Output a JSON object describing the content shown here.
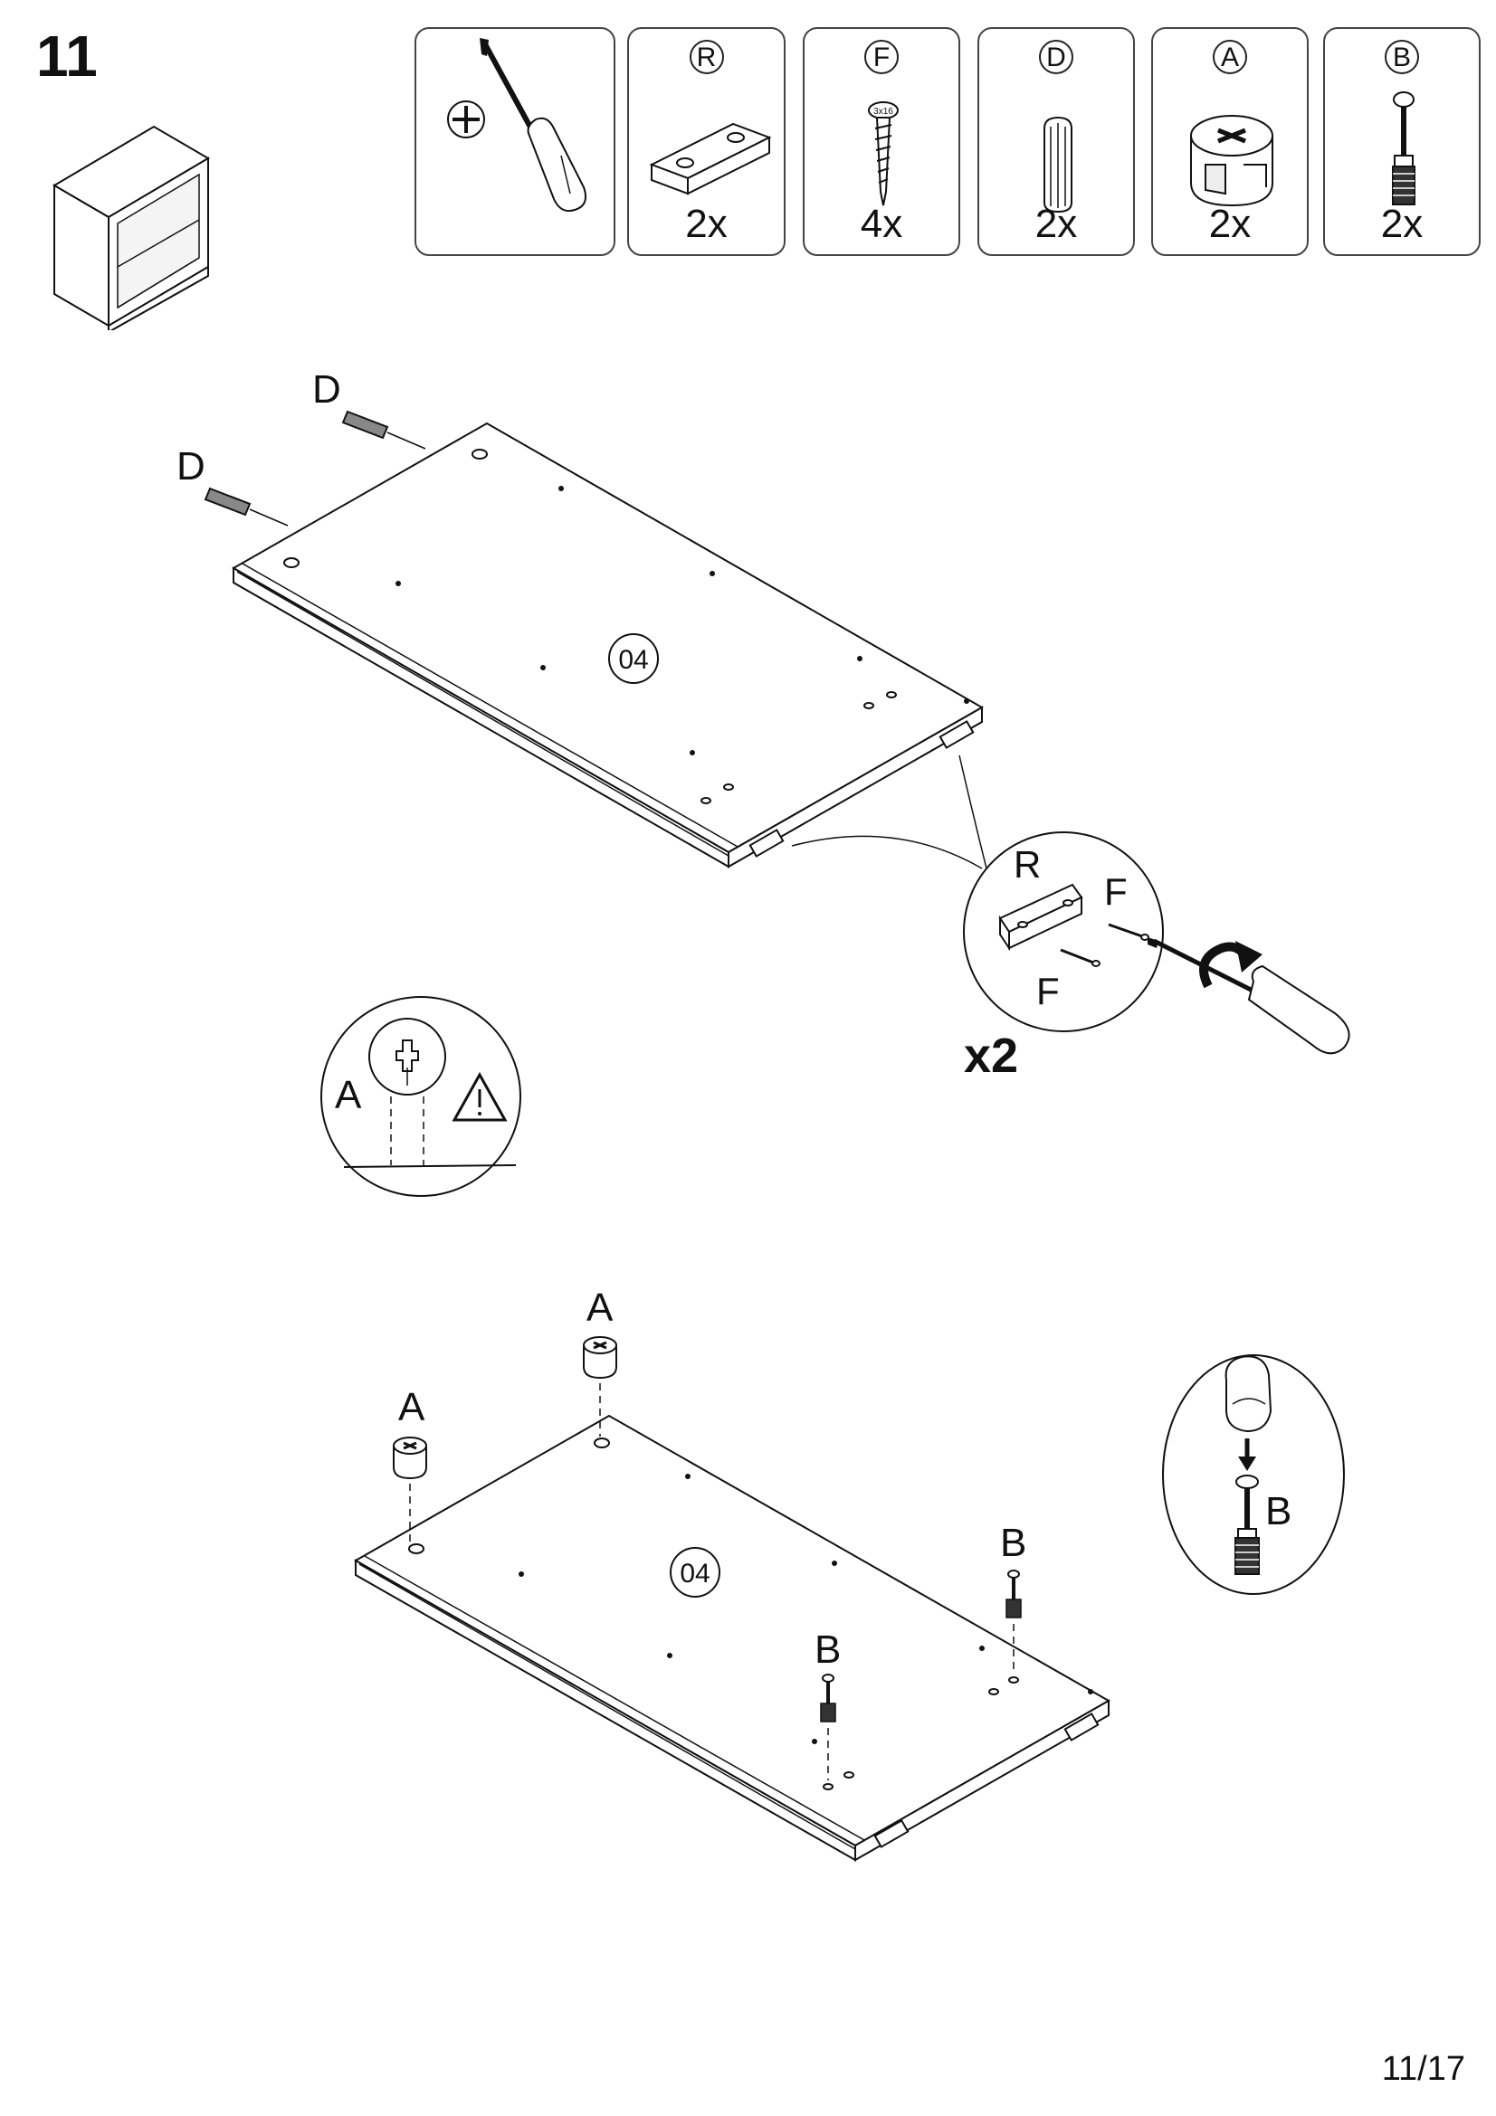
{
  "step": {
    "number": "11"
  },
  "hardware": [
    {
      "id": "tool",
      "label": "",
      "qty": "",
      "icon": "phillips-screwdriver-icon"
    },
    {
      "id": "R",
      "label": "R",
      "qty": "2x",
      "icon": "connector-plate-icon"
    },
    {
      "id": "F",
      "label": "F",
      "qty": "4x",
      "icon": "screw-icon",
      "screw_mark": "3x16"
    },
    {
      "id": "D",
      "label": "D",
      "qty": "2x",
      "icon": "wooden-dowel-icon"
    },
    {
      "id": "A",
      "label": "A",
      "qty": "2x",
      "icon": "cam-lock-icon"
    },
    {
      "id": "B",
      "label": "B",
      "qty": "2x",
      "icon": "cam-bolt-icon"
    }
  ],
  "diagram_top": {
    "panel_label": "04",
    "dowel_labels": [
      "D",
      "D"
    ],
    "detail": {
      "plate_label": "R",
      "screw_labels": [
        "F",
        "F"
      ],
      "multiplier": "x2"
    }
  },
  "warning_detail": {
    "part_label": "A",
    "icon": "warning-triangle-icon"
  },
  "diagram_bottom": {
    "panel_label": "04",
    "cam_labels": [
      "A",
      "A"
    ],
    "bolt_labels": [
      "B",
      "B"
    ]
  },
  "press_detail": {
    "part_label": "B",
    "icon": "finger-press-icon"
  },
  "page": {
    "number": "11/17"
  }
}
